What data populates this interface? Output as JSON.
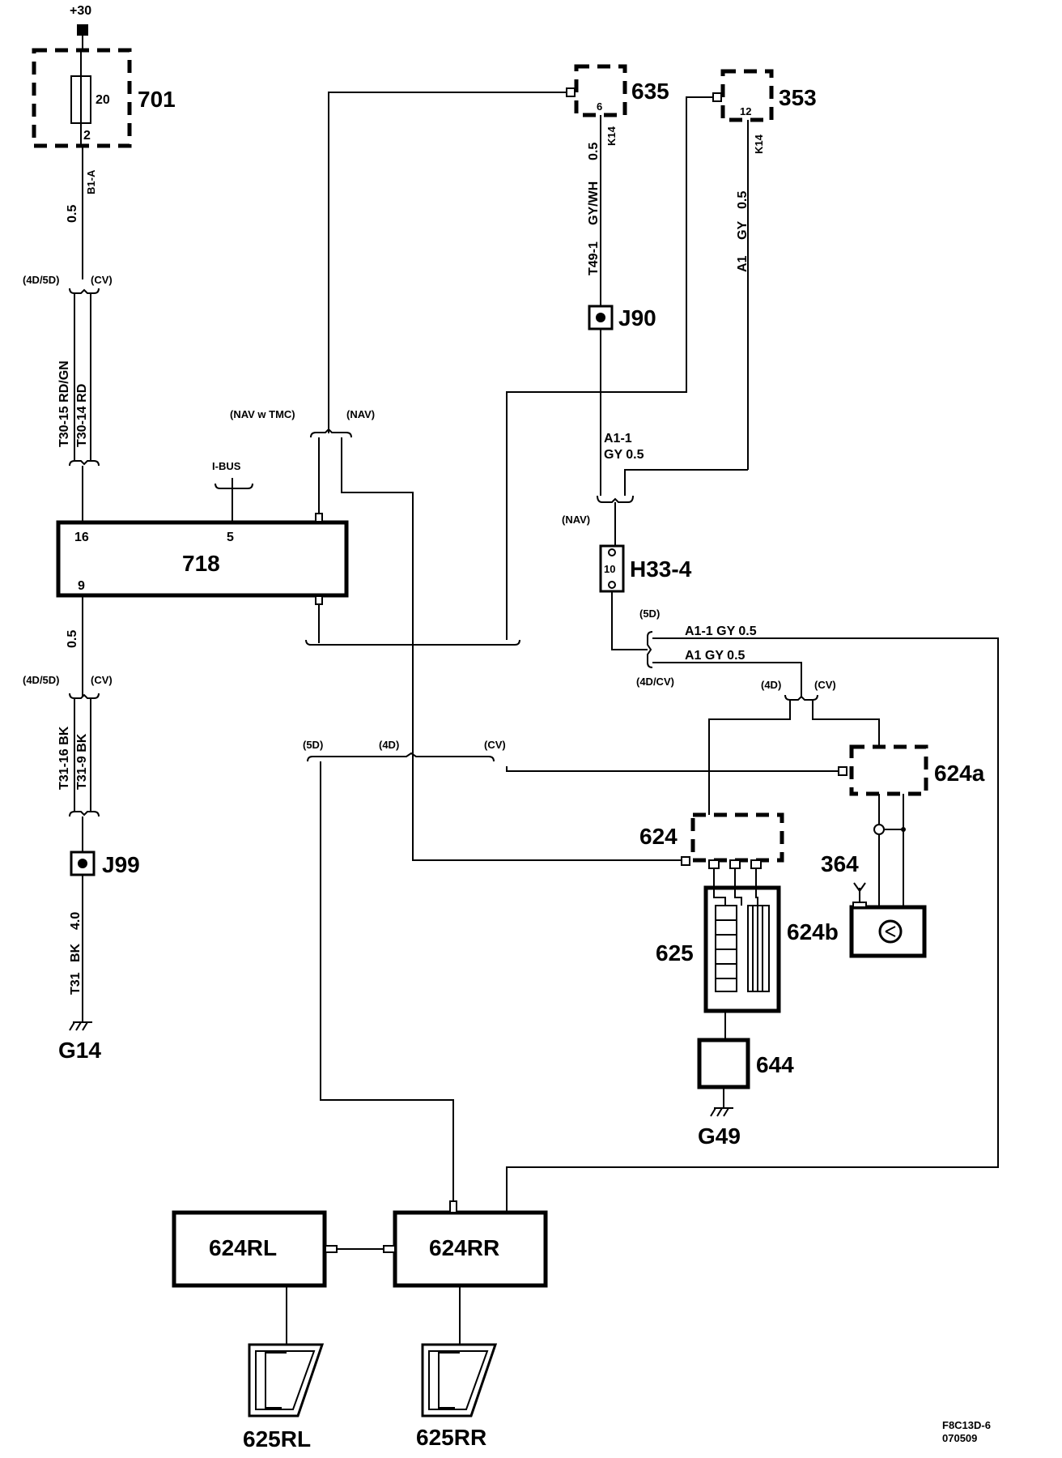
{
  "components": {
    "c701": {
      "id": "701",
      "pin_in": "20",
      "pin_out": "2"
    },
    "c635": {
      "id": "635",
      "pin": "6"
    },
    "c353": {
      "id": "353",
      "pin": "12"
    },
    "c718": {
      "id": "718",
      "pin_16": "16",
      "pin_5": "5",
      "pin_9": "9"
    },
    "j90": "J90",
    "j99": "J99",
    "h33": {
      "id": "H33-4",
      "pin": "10"
    },
    "c624": "624",
    "c624a": "624a",
    "c624b": "624b",
    "c625": "625",
    "c364": "364",
    "c644": "644",
    "g14": "G14",
    "g49": "G49",
    "c624rl": "624RL",
    "c624rr": "624RR",
    "c625rl": "625RL",
    "c625rr": "625RR"
  },
  "supply": "+30",
  "wires": {
    "b1a": "B1-A",
    "w701_size": "0.5",
    "t30_15": "T30-15 RD/GN",
    "t30_14": "T30-14 RD",
    "w718_9_size": "0.5",
    "t31_16": "T31-16 BK",
    "t31_9": "T31-9 BK",
    "t31": "T31",
    "t31_color": "BK",
    "t31_size": "4.0",
    "k14_a": "K14",
    "t49": "T49-1",
    "t49_color": "GY/WH",
    "t49_size": "0.5",
    "k14_b": "K14",
    "a1_size": "0.5",
    "a1_color": "GY",
    "a1": "A1",
    "a11_name": "A1-1",
    "a11_spec": "GY 0.5",
    "w5d": "A1-1  GY  0.5",
    "w4dcv": "A1  GY  0.5"
  },
  "variants": {
    "v4d5d_top": "(4D/5D)",
    "cv_top": "(CV)",
    "v4d5d_bot": "(4D/5D)",
    "cv_bot": "(CV)",
    "nav_tmc": "(NAV w TMC)",
    "nav": "(NAV)",
    "ibus": "I-BUS",
    "nav2": "(NAV)",
    "v5d": "(5D)",
    "v4dcv": "(4D/CV)",
    "v4d": "(4D)",
    "vcv": "(CV)",
    "l5d": "(5D)",
    "l4d": "(4D)",
    "lcv": "(CV)"
  },
  "footer": {
    "code": "F8C13D-6",
    "date": "070509"
  }
}
